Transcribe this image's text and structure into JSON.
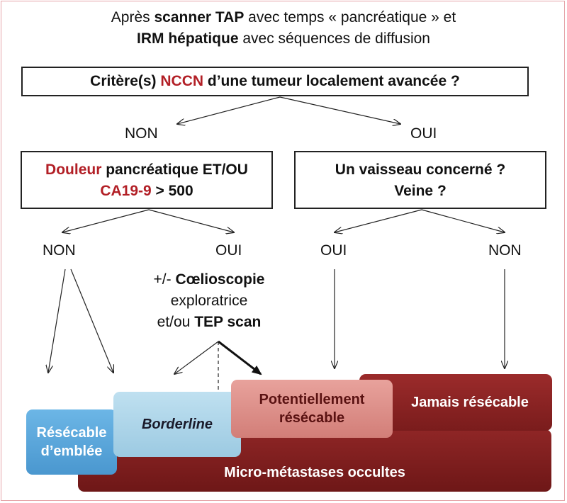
{
  "header": {
    "line1": {
      "pre": "Après ",
      "b1": "scanner TAP",
      "mid": " avec temps « pancréatique » et"
    },
    "line2": {
      "b1": "IRM hépatique",
      "rest": " avec séquences de diffusion"
    }
  },
  "q1": {
    "pre": "Critère(s) ",
    "red": "NCCN",
    "post": " d’une tumeur localement avancée ?"
  },
  "level1": {
    "non": "NON",
    "oui": "OUI"
  },
  "q2": {
    "red1": "Douleur",
    "rest1": " pancréatique ET/OU",
    "red2": "CA19-9",
    "rest2": " > 500"
  },
  "q3": {
    "line1": "Un vaisseau concerné ?",
    "line2": "Veine ?"
  },
  "level2": {
    "left_non": "NON",
    "left_oui": "OUI",
    "right_oui": "OUI",
    "right_non": "NON"
  },
  "exam": {
    "line1_pre": "+/- ",
    "line1_b": "Cœlioscopie",
    "line2": "exploratrice",
    "line3_pre": "et/ou ",
    "line3_b": "TEP scan"
  },
  "blocks": {
    "resecable": "Résécable d’emblée",
    "borderline": "Borderline",
    "potentiellement": "Potentiellement résécable",
    "jamais": "Jamais résécable",
    "micro": "Micro-métastases occultes"
  },
  "colors": {
    "accent_red": "#b21f26",
    "dark_red": "#7a1c1c",
    "blue": "#5aa9de",
    "light_blue": "#a9d3e8",
    "pink": "#d98a86"
  }
}
